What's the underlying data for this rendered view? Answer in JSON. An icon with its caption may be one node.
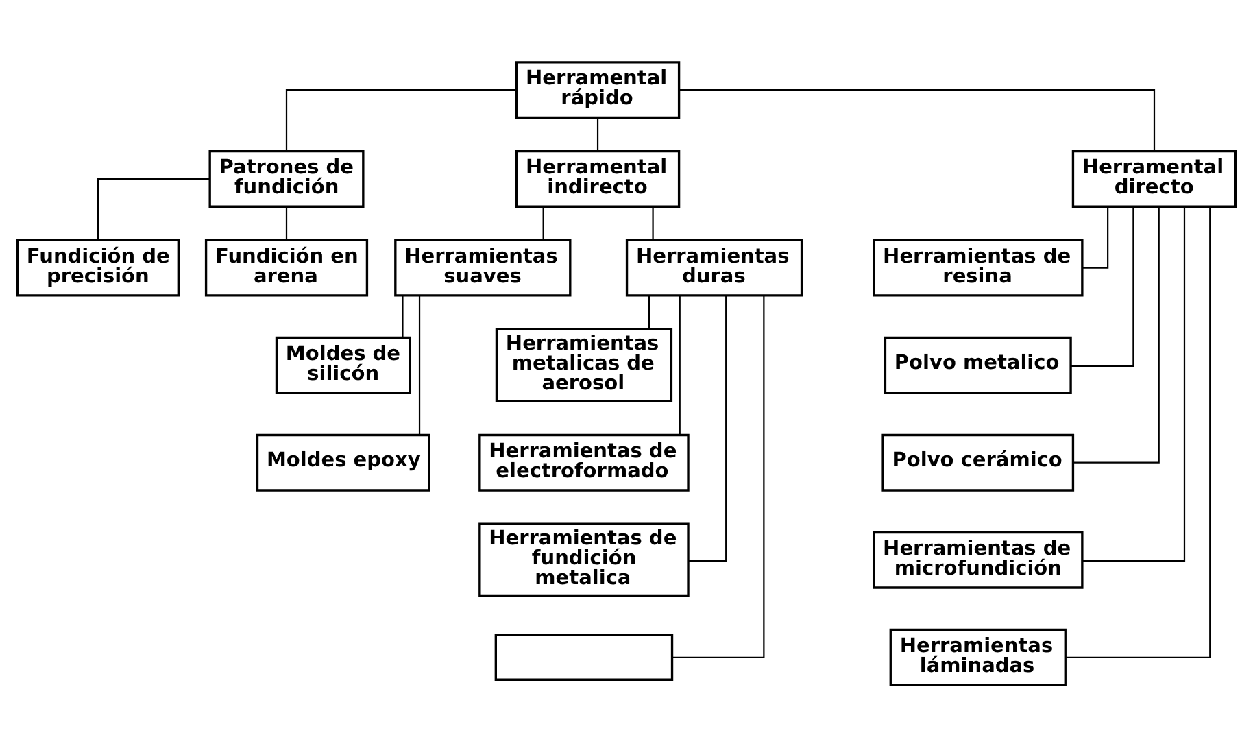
{
  "diagram": {
    "nodes": [
      {
        "text": [
          "Herramental rápido"
        ]
      },
      {
        "text": [
          "Patrones de fundición"
        ]
      },
      {
        "text": [
          "Herramental indirecto"
        ]
      },
      {
        "text": [
          "Herramental directo"
        ]
      },
      {
        "text": [
          "Fundición de precisión"
        ]
      },
      {
        "text": [
          "Fundición en arena"
        ]
      },
      {
        "text": [
          "Herramientas suaves"
        ]
      },
      {
        "text": [
          "Herramientas duras"
        ]
      },
      {
        "text": [
          "Moldes de silicón"
        ]
      },
      {
        "text": [
          "Moldes epoxy"
        ]
      },
      {
        "text": [
          "Herramientas metalicas de aerosol"
        ]
      },
      {
        "text": [
          "Herramientas de electroformado"
        ]
      },
      {
        "text": [
          "Herramientas de fundición metalica"
        ]
      },
      {
        "text": [],
        "shape": "box"
      },
      {
        "text": [
          "Herramientas de resina"
        ]
      },
      {
        "text": [
          "Polvo metalico"
        ]
      },
      {
        "text": [
          "Polvo cerámico"
        ]
      },
      {
        "text": [
          "Herramientas de microfundición"
        ]
      },
      {
        "text": [
          "Herramientas láminadas"
        ]
      }
    ],
    "edges": [
      {
        "from": 0,
        "to": 1,
        "arrow": "none"
      },
      {
        "from": 0,
        "to": 2,
        "arrow": "none"
      },
      {
        "from": 0,
        "to": 3,
        "arrow": "none"
      },
      {
        "from": 1,
        "to": 4,
        "arrow": "none"
      },
      {
        "from": 1,
        "to": 5,
        "arrow": "none"
      },
      {
        "from": 2,
        "to": 6,
        "arrow": "none"
      },
      {
        "from": 2,
        "to": 7,
        "arrow": "none"
      },
      {
        "from": 6,
        "to": 8,
        "arrow": "none"
      },
      {
        "from": 6,
        "to": 9,
        "arrow": "none"
      },
      {
        "from": 7,
        "to": 10,
        "arrow": "none"
      },
      {
        "from": 7,
        "to": 11,
        "arrow": "none"
      },
      {
        "from": 7,
        "to": 12,
        "arrow": "none"
      },
      {
        "from": 7,
        "to": 13,
        "arrow": "none"
      },
      {
        "from": 3,
        "to": 14,
        "arrow": "none"
      },
      {
        "from": 3,
        "to": 15,
        "arrow": "none"
      },
      {
        "from": 3,
        "to": 16,
        "arrow": "none"
      },
      {
        "from": 3,
        "to": 17,
        "arrow": "none"
      },
      {
        "from": 3,
        "to": 18,
        "arrow": "none"
      }
    ]
  }
}
